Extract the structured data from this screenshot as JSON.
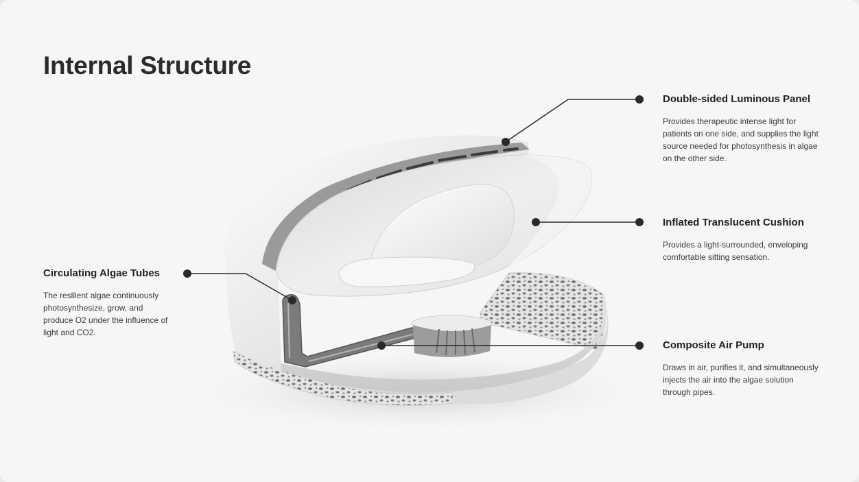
{
  "title": "Internal Structure",
  "callouts": {
    "panel": {
      "title": "Double-sided Luminous Panel",
      "description": "Provides therapeutic intense light for patients on one side, and supplies the light source needed for photosynthesis in algae on the other side."
    },
    "cushion": {
      "title": "Inflated Translucent Cushion",
      "description": "Provides a light-surrounded, enveloping comfortable sitting sensation."
    },
    "pump": {
      "title": "Composite Air Pump",
      "description": "Draws in air, purifies it, and simultaneously injects the air into the algae solution through pipes."
    },
    "tubes": {
      "title": "Circulating Algae Tubes",
      "description": "The reslllent algae continuously photosynthesize, grow, and produce O2 under the influence of light and CO2."
    }
  },
  "colors": {
    "background": "#f6f6f6",
    "text": "#2b2b2b",
    "leader": "#2a2a2a"
  }
}
